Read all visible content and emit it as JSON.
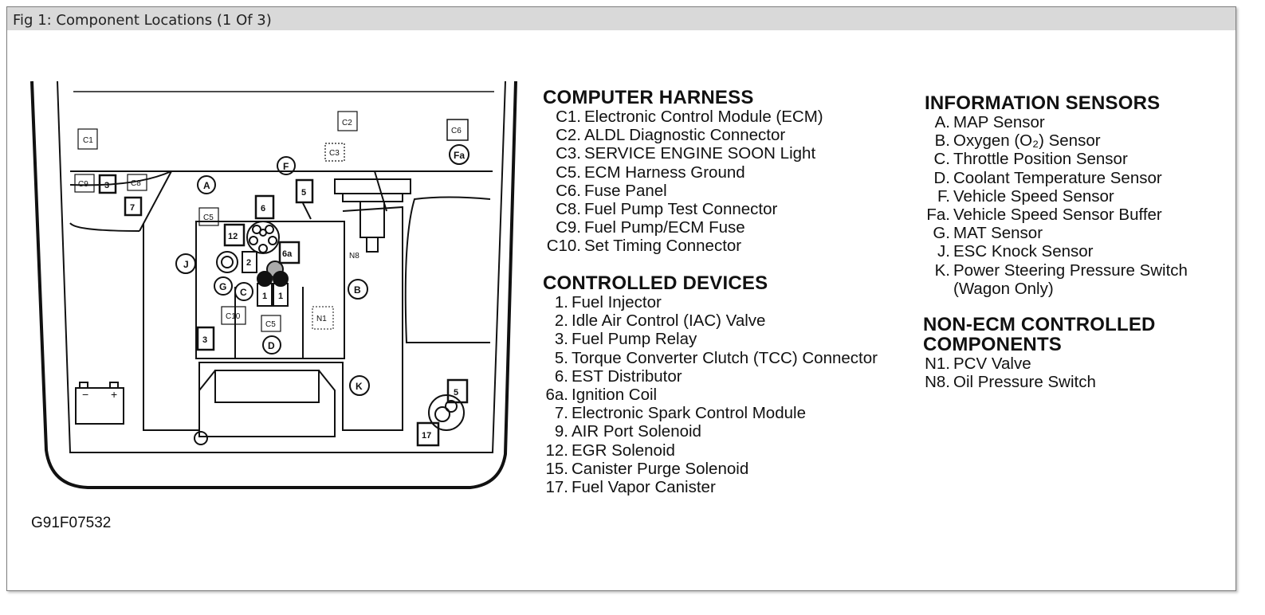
{
  "window": {
    "title": "Fig 1: Component Locations (1 Of 3)"
  },
  "figure_code": "G91F07532",
  "diagram_labels": {
    "C1": "C1",
    "C2": "C2",
    "C3": "C3",
    "C5a": "C5",
    "C5b": "C5",
    "C6": "C6",
    "C8": "C8",
    "C9": "C9",
    "C10": "C10",
    "A": "A",
    "B": "B",
    "C": "C",
    "D": "D",
    "F": "F",
    "Fa": "Fa",
    "G": "G",
    "J": "J",
    "K": "K",
    "n1": "1",
    "n1b": "1",
    "n2": "2",
    "n3a": "3",
    "n3b": "3",
    "n5a": "5",
    "n5b": "5",
    "n6": "6",
    "n6a": "6a",
    "n7": "7",
    "n12": "12",
    "n17": "17",
    "N1": "N1",
    "N8": "N8",
    "battery_minus": "−",
    "battery_plus": "+"
  },
  "computer_harness": {
    "heading": "COMPUTER HARNESS",
    "items": [
      {
        "code": "C1.",
        "text": "Electronic Control Module (ECM)"
      },
      {
        "code": "C2.",
        "text": "ALDL Diagnostic Connector"
      },
      {
        "code": "C3.",
        "text": "SERVICE ENGINE SOON Light"
      },
      {
        "code": "C5.",
        "text": "ECM Harness Ground"
      },
      {
        "code": "C6.",
        "text": "Fuse Panel"
      },
      {
        "code": "C8.",
        "text": "Fuel Pump Test Connector"
      },
      {
        "code": "C9.",
        "text": "Fuel Pump/ECM Fuse"
      },
      {
        "code": "C10.",
        "text": "Set Timing Connector"
      }
    ]
  },
  "controlled_devices": {
    "heading": "CONTROLLED DEVICES",
    "items": [
      {
        "code": "1.",
        "text": "Fuel Injector"
      },
      {
        "code": "2.",
        "text": "Idle Air Control (IAC) Valve"
      },
      {
        "code": "3.",
        "text": "Fuel Pump Relay"
      },
      {
        "code": "5.",
        "text": "Torque Converter Clutch (TCC) Connector"
      },
      {
        "code": "6.",
        "text": "EST Distributor"
      },
      {
        "code": "6a.",
        "text": "Ignition Coil"
      },
      {
        "code": "7.",
        "text": "Electronic Spark Control Module"
      },
      {
        "code": "9.",
        "text": "AIR Port Solenoid"
      },
      {
        "code": "12.",
        "text": "EGR Solenoid"
      },
      {
        "code": "15.",
        "text": "Canister Purge Solenoid"
      },
      {
        "code": "17.",
        "text": "Fuel Vapor Canister"
      }
    ]
  },
  "information_sensors": {
    "heading": "INFORMATION SENSORS",
    "items": [
      {
        "code": "A.",
        "text": "MAP Sensor"
      },
      {
        "code": "B.",
        "text": "Oxygen (O₂) Sensor"
      },
      {
        "code": "C.",
        "text": "Throttle Position Sensor"
      },
      {
        "code": "D.",
        "text": "Coolant Temperature Sensor"
      },
      {
        "code": "F.",
        "text": "Vehicle Speed Sensor"
      },
      {
        "code": "Fa.",
        "text": "Vehicle Speed Sensor Buffer"
      },
      {
        "code": "G.",
        "text": "MAT Sensor"
      },
      {
        "code": "J.",
        "text": "ESC Knock Sensor"
      },
      {
        "code": "K.",
        "text": "Power Steering Pressure Switch"
      },
      {
        "code": "",
        "text": "(Wagon Only)"
      }
    ]
  },
  "non_ecm_components": {
    "heading_line1": "NON-ECM CONTROLLED",
    "heading_line2": "COMPONENTS",
    "items": [
      {
        "code": "N1.",
        "text": "PCV Valve"
      },
      {
        "code": "N8.",
        "text": "Oil Pressure Switch"
      }
    ]
  }
}
